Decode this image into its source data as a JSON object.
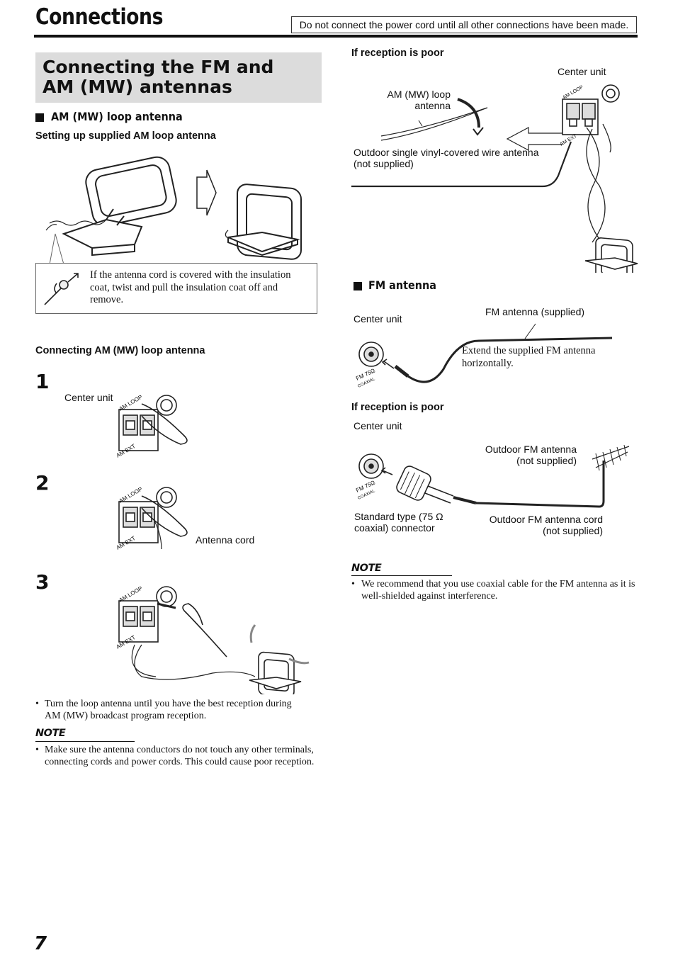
{
  "header": {
    "title": "Connections",
    "warning": "Do not connect the power cord until all other connections have been made."
  },
  "section": {
    "title_line1": "Connecting the FM and",
    "title_line2": "AM (MW) antennas"
  },
  "am": {
    "heading": "AM (MW) loop antenna",
    "setup_title": "Setting up supplied AM loop antenna",
    "tip_line1": "If the antenna cord is covered with the insulation",
    "tip_line2": "coat, twist and pull the insulation coat off and",
    "tip_line3": "remove.",
    "connecting_title": "Connecting AM (MW) loop antenna",
    "step1": "1",
    "step2": "2",
    "step3": "3",
    "center_unit": "Center unit",
    "antenna_cord": "Antenna cord",
    "bullet_line1": "Turn the loop antenna until you have the best reception during",
    "bullet_line2": "AM (MW) broadcast program reception.",
    "note_title": "NOTE",
    "note_line1": "Make sure the antenna conductors do not touch any other terminals,",
    "note_line2": "connecting cords and power cords. This could cause poor reception."
  },
  "am_poor": {
    "title": "If reception is poor",
    "center_unit": "Center unit",
    "loop_label_line1": "AM (MW) loop",
    "loop_label_line2": "antenna",
    "outdoor_line1": "Outdoor single vinyl-covered wire antenna",
    "outdoor_line2": "(not supplied)"
  },
  "terminal_labels": {
    "am_loop": "AM LOOP",
    "am_ext": "AM EXT",
    "fm": "FM 75Ω",
    "coaxial": "COAXIAL"
  },
  "fm": {
    "heading": "FM antenna",
    "center_unit": "Center unit",
    "antenna_supplied": "FM antenna (supplied)",
    "extend_line1": "Extend the supplied FM antenna",
    "extend_line2": "horizontally.",
    "poor_title": "If reception is poor",
    "poor_center_unit": "Center unit",
    "outdoor_antenna_line1": "Outdoor FM antenna",
    "outdoor_antenna_line2": "(not supplied)",
    "standard_line1": "Standard type (75 Ω",
    "standard_line2": "coaxial) connector",
    "cord_line1": "Outdoor FM antenna cord",
    "cord_line2": "(not supplied)",
    "note_title": "NOTE",
    "note_line1": "We recommend that you use coaxial cable for the FM antenna as it is",
    "note_line2": "well-shielded against interference."
  },
  "page": {
    "number": "7"
  }
}
